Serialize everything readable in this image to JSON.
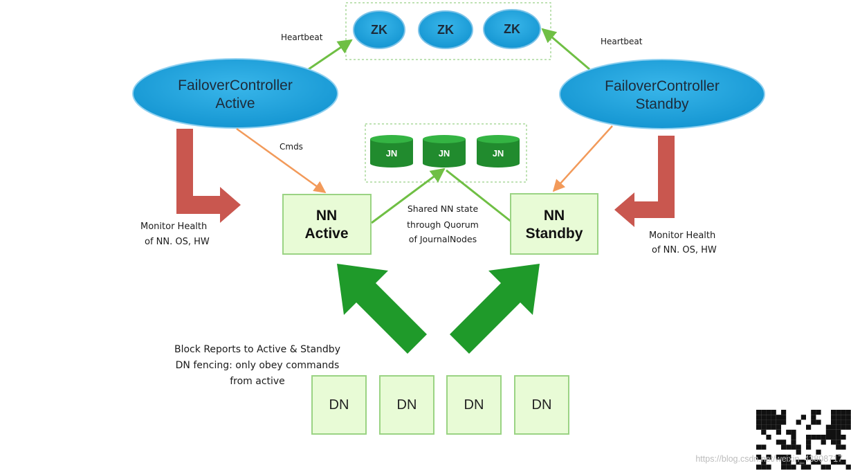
{
  "zookeeper": {
    "nodes": [
      "ZK",
      "ZK",
      "ZK"
    ]
  },
  "failover_controllers": {
    "active": {
      "line1": "FailoverController",
      "line2": "Active"
    },
    "standby": {
      "line1": "FailoverController",
      "line2": "Standby"
    }
  },
  "journal_nodes": [
    "JN",
    "JN",
    "JN"
  ],
  "namenodes": {
    "active": {
      "line1": "NN",
      "line2": "Active"
    },
    "standby": {
      "line1": "NN",
      "line2": "Standby"
    }
  },
  "datanodes": [
    "DN",
    "DN",
    "DN",
    "DN"
  ],
  "labels": {
    "heartbeat_left": "Heartbeat",
    "heartbeat_right": "Heartbeat",
    "cmds": "Cmds",
    "monitor_left": [
      "Monitor Health",
      "of NN. OS, HW"
    ],
    "monitor_right": [
      "Monitor Health",
      "of NN. OS, HW"
    ],
    "shared_state": [
      "Shared NN state",
      "through Quorum",
      "of JournalNodes"
    ],
    "block_reports": [
      "Block Reports to Active & Standby",
      "DN fencing: only obey commands",
      "from active"
    ]
  },
  "watermark": "https://blog.csdn.net/weixin_43808717",
  "colors": {
    "ellipse_fill": "#1aa3de",
    "green_arrow": "#6fbf44",
    "orange_arrow": "#f29a5a",
    "red_arrow": "#c9574f",
    "nn_fill": "#e8fbd6",
    "nn_stroke": "#9ad383",
    "jn_fill": "#218b2e",
    "block_arrow": "#1f9a2a"
  }
}
